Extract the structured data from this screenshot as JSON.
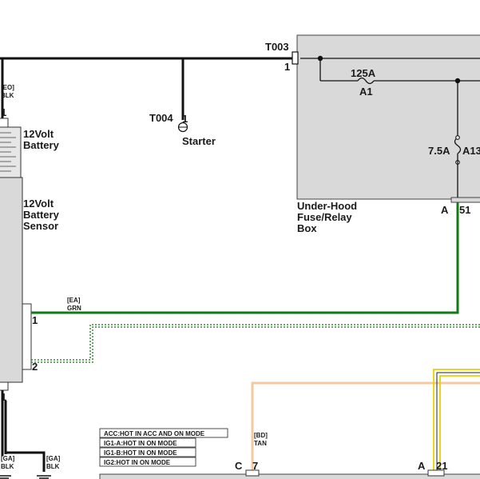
{
  "connectors": {
    "t003": "T003",
    "t003_pin": "1",
    "t004": "T004",
    "t004_pin": "1"
  },
  "components": {
    "starter": "Starter",
    "battery_line1": "12Volt",
    "battery_line2": "Battery",
    "sensor_line1": "12Volt",
    "sensor_line2": "Battery",
    "sensor_line3": "Sensor",
    "fusebox_line1": "Under-Hood",
    "fusebox_line2": "Fuse/Relay",
    "fusebox_line3": "Box"
  },
  "fuses": {
    "main_rating": "125A",
    "main_id": "A1",
    "sub_rating": "7.5A",
    "sub_id": "A13"
  },
  "pins": {
    "battery_top": "1",
    "sensor_pin1": "1",
    "sensor_pin2": "2",
    "sensor_bottom": "1",
    "fusebox_conn": "A",
    "fusebox_pin": "51",
    "lower_c": "C",
    "lower_c_pin": "7",
    "lower_a": "A",
    "lower_a_pin": "21"
  },
  "wires": {
    "eo_code": "[EO]",
    "eo_color": "BLK",
    "ea_code": "[EA]",
    "ea_color": "GRN",
    "bd_code": "[BD]",
    "bd_color": "TAN",
    "ga1_code": "[GA]",
    "ga1_color": "BLK",
    "ga2_code": "[GA]",
    "ga2_color": "BLK"
  },
  "legend": [
    "ACC:HOT IN ACC AND ON MODE",
    "IG1-A:HOT IN ON MODE",
    "IG1-B:HOT IN ON MODE",
    "IG2:HOT IN ON MODE"
  ],
  "colors": {
    "wire_black": "#111111",
    "wire_green": "#127a12",
    "wire_tan": "#f5c9a0",
    "wire_yellow": "#e8d200",
    "box_fill": "#d9d9d9"
  }
}
